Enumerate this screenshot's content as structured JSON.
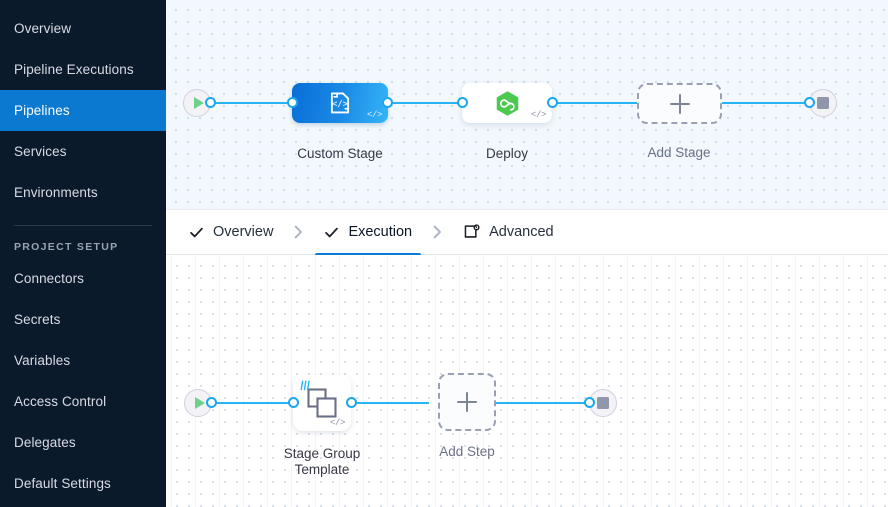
{
  "sidebar": {
    "items": [
      {
        "label": "Overview",
        "active": false
      },
      {
        "label": "Pipeline Executions",
        "active": false
      },
      {
        "label": "Pipelines",
        "active": true
      },
      {
        "label": "Services",
        "active": false
      },
      {
        "label": "Environments",
        "active": false
      }
    ],
    "section_label": "PROJECT SETUP",
    "setup_items": [
      {
        "label": "Connectors"
      },
      {
        "label": "Secrets"
      },
      {
        "label": "Variables"
      },
      {
        "label": "Access Control"
      },
      {
        "label": "Delegates"
      },
      {
        "label": "Default Settings"
      }
    ],
    "active_color": "#0b79d0",
    "background_color": "#0b1a2b"
  },
  "tabs": {
    "items": [
      {
        "label": "Overview",
        "icon": "check-icon",
        "active": false
      },
      {
        "label": "Execution",
        "icon": "check-icon",
        "active": true
      },
      {
        "label": "Advanced",
        "icon": "advanced-settings-icon",
        "active": false
      }
    ],
    "separator": "chevron-right-icon",
    "active_underline_color": "#0b7ad6"
  },
  "stage_graph": {
    "start_node": {
      "icon": "play-icon",
      "name": "pipeline-start"
    },
    "end_node": {
      "icon": "stop-icon",
      "name": "pipeline-end"
    },
    "nodes": [
      {
        "label": "Custom Stage",
        "icon": "custom-stage-template-icon",
        "type": "custom",
        "badge": "</>"
      },
      {
        "label": "Deploy",
        "icon": "harness-cd-hexagon-icon",
        "type": "deploy",
        "badge": "</>"
      },
      {
        "label": "Add Stage",
        "icon": "plus-icon",
        "type": "add"
      }
    ]
  },
  "step_graph": {
    "start_node": {
      "icon": "play-icon",
      "name": "execution-start"
    },
    "end_node": {
      "icon": "stop-icon",
      "name": "execution-end"
    },
    "nodes": [
      {
        "label": "Stage Group\nTemplate",
        "icon": "stacked-squares-template-icon",
        "type": "template",
        "badge": "</>"
      },
      {
        "label": "Add Step",
        "icon": "plus-icon",
        "type": "add"
      }
    ]
  },
  "colors": {
    "accent_blue": "#0b79d0",
    "edge_blue": "#27b3f4",
    "stage_gradient_start": "#0a6ed6",
    "stage_gradient_end": "#35b4f7",
    "deploy_green": "#4dc952",
    "canvas_top_bg": "#f2f8fd",
    "canvas_bottom_bg": "#ffffff"
  }
}
